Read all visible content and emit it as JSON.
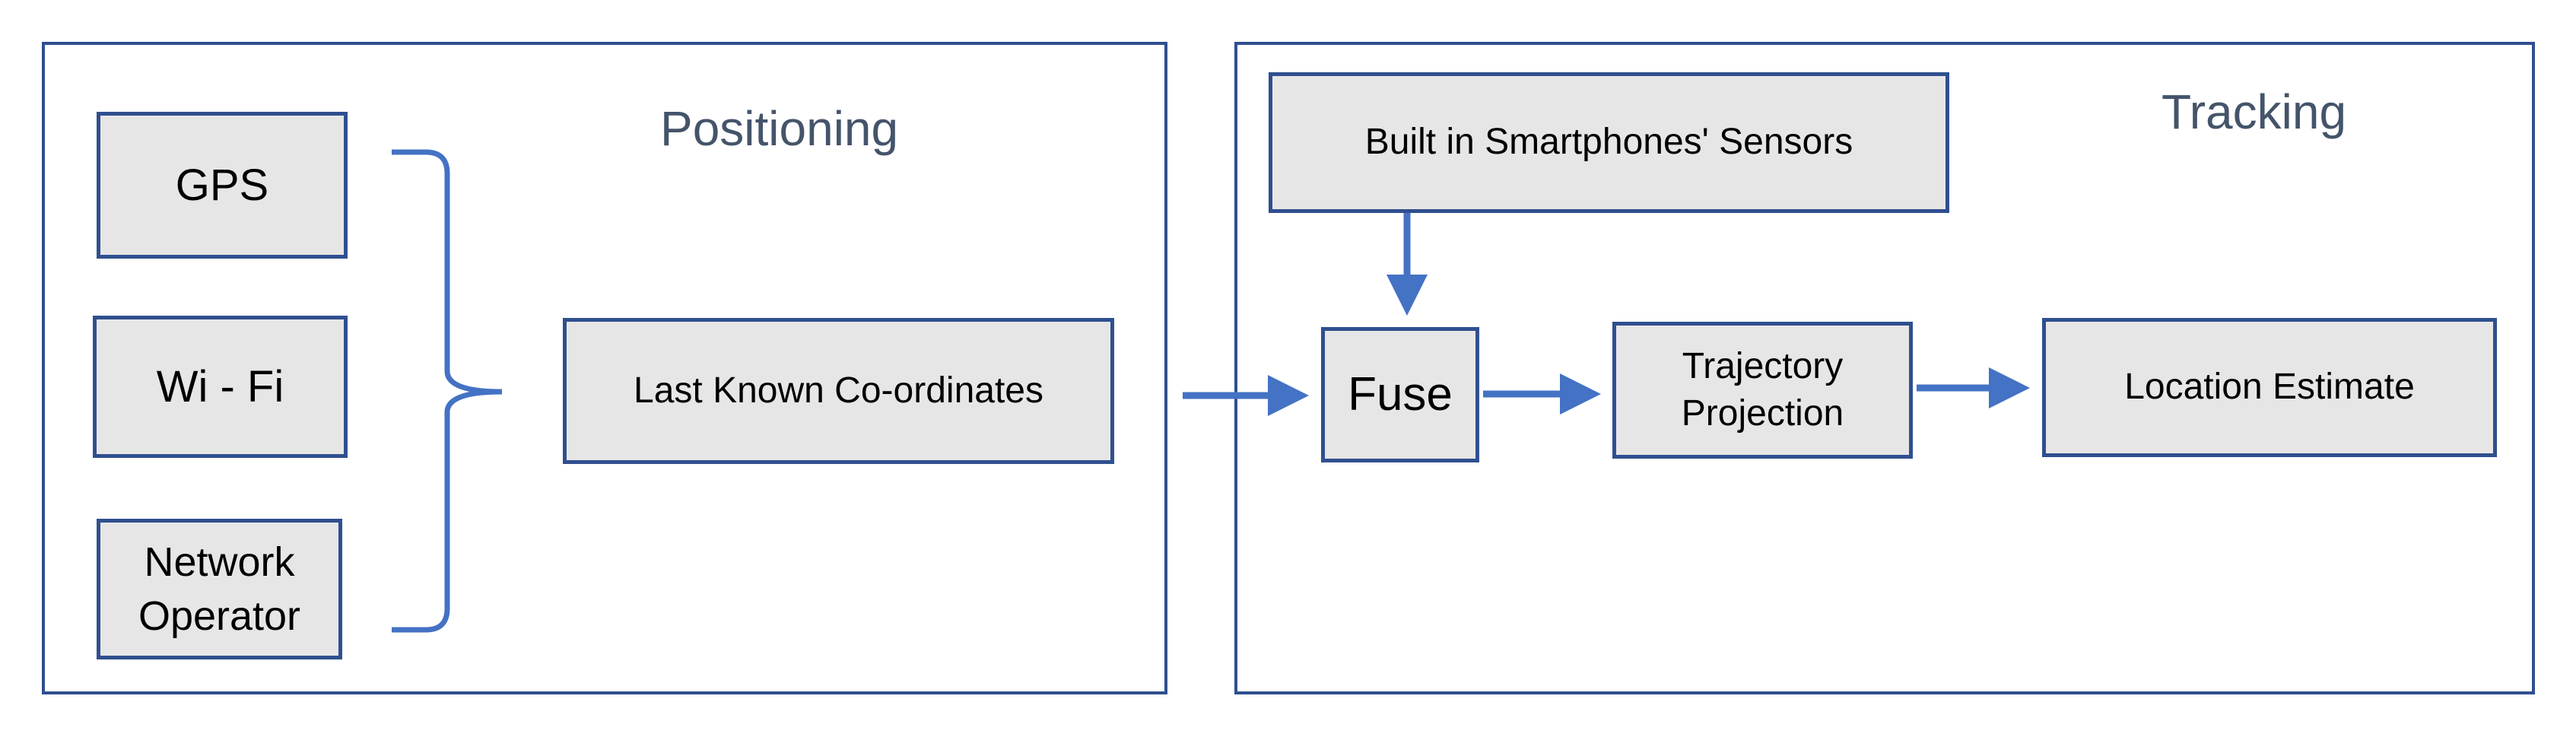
{
  "diagram": {
    "sections": {
      "positioning": {
        "title": "Positioning"
      },
      "tracking": {
        "title": "Tracking"
      }
    },
    "nodes": {
      "gps": {
        "label": "GPS"
      },
      "wifi": {
        "label": "Wi - Fi"
      },
      "network_operator": {
        "lines": [
          "Network",
          "Operator"
        ]
      },
      "last_known": {
        "label": "Last Known Co-ordinates"
      },
      "sensors": {
        "label": "Built in Smartphones' Sensors"
      },
      "fuse": {
        "label": "Fuse"
      },
      "trajectory": {
        "lines": [
          "Trajectory",
          "Projection"
        ]
      },
      "location_estimate": {
        "label": "Location Estimate"
      }
    },
    "edges": [
      {
        "from": "gps, wifi, network_operator",
        "to": "last_known",
        "style": "brace"
      },
      {
        "from": "last_known",
        "to": "fuse"
      },
      {
        "from": "sensors",
        "to": "fuse"
      },
      {
        "from": "fuse",
        "to": "trajectory"
      },
      {
        "from": "trajectory",
        "to": "location_estimate"
      }
    ],
    "colors": {
      "border": "#2f4f8f",
      "arrow": "#4472c4",
      "box_fill": "#e7e6e6",
      "title_text": "#44546a"
    }
  }
}
